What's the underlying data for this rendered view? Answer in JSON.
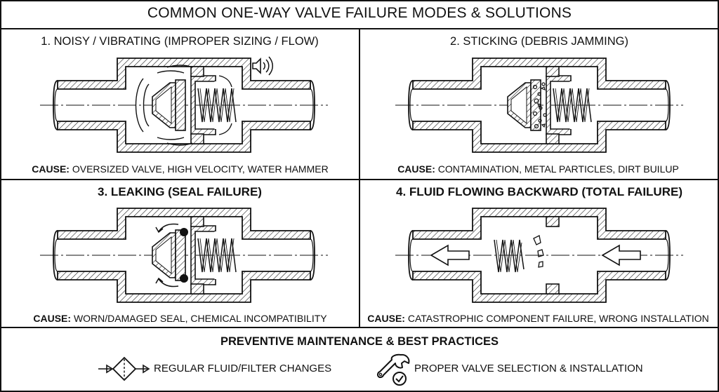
{
  "title": "COMMON ONE-WAY VALVE FAILURE MODES & SOLUTIONS",
  "panels": [
    {
      "title": "1. NOISY / VIBRATING (IMPROPER SIZING / FLOW)",
      "cause_label": "CAUSE:",
      "cause_text": "OVERSIZED VALVE, HIGH VELOCITY, WATER HAMMER"
    },
    {
      "title": "2. STICKING (DEBRIS JAMMING)",
      "cause_label": "CAUSE:",
      "cause_text": "CONTAMINATION, METAL PARTICLES, DIRT BUILUP"
    },
    {
      "title": "3. LEAKING (SEAL FAILURE)",
      "cause_label": "CAUSE:",
      "cause_text": "WORN/DAMAGED SEAL, CHEMICAL INCOMPATIBILITY"
    },
    {
      "title": "4. FLUID FLOWING BACKWARD (TOTAL FAILURE)",
      "cause_label": "CAUSE:",
      "cause_text": "CATASTROPHIC COMPONENT FAILURE, WRONG INSTALLATION"
    }
  ],
  "preventive": {
    "heading": "PREVENTIVE MAINTENANCE & BEST PRACTICES",
    "items": [
      {
        "label": "REGULAR FLUID/FILTER CHANGES",
        "icon": "filter-icon"
      },
      {
        "label": "PROPER VALVE SELECTION & INSTALLATION",
        "icon": "wrench-check-icon"
      }
    ]
  }
}
